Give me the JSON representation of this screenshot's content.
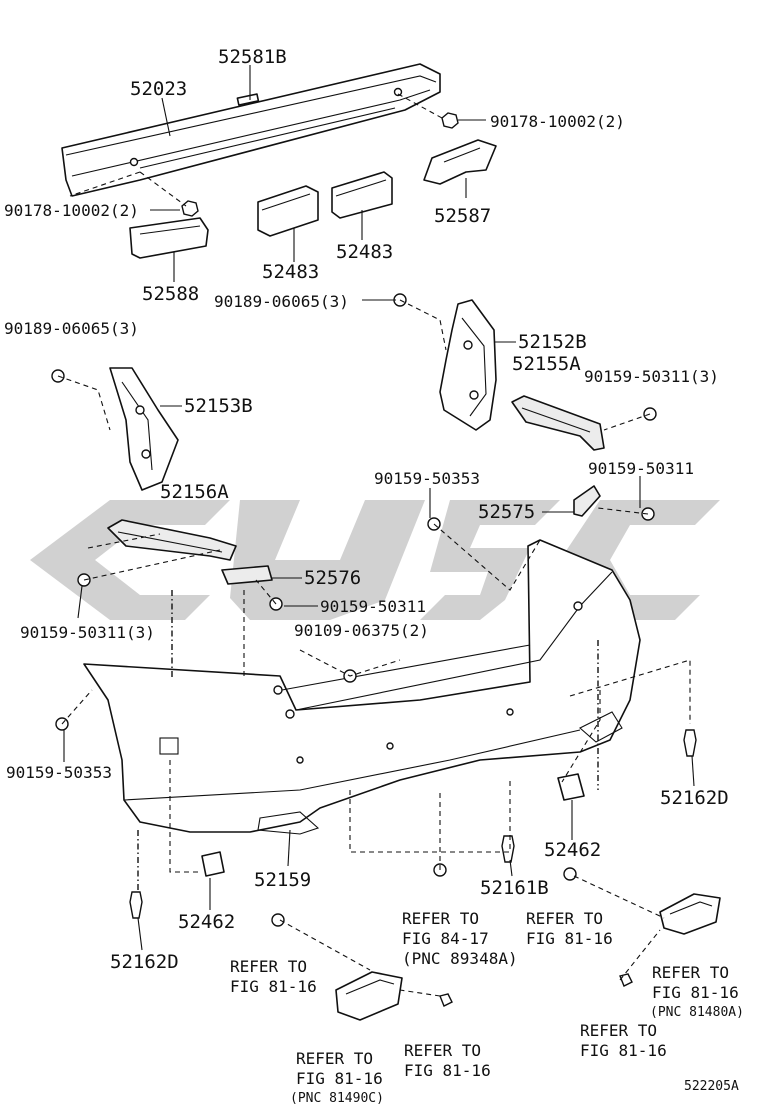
{
  "diagram": {
    "figure_code": "522205A",
    "labels": {
      "reinforcement": "52023",
      "reinforcement_pad": "52581B",
      "nut_right": "90178-10002(2)",
      "nut_left": "90178-10002(2)",
      "bracket_right_upper": "52587",
      "bracket_left_upper": "52588",
      "absorber_a": "52483",
      "absorber_b": "52483",
      "clip_center": "90189-06065(3)",
      "clip_left": "90189-06065(3)",
      "retainer_right": "52152B",
      "retainer_left": "52153B",
      "support_right": "52155A",
      "screw_right_a": "90159-50311(3)",
      "screw_right_b": "90159-50311",
      "screw_center_a": "90159-50353",
      "spacer_right": "52575",
      "support_left": "52156A",
      "spacer_left": "52576",
      "screw_center_b": "90159-50311",
      "bolt_center": "90109-06375(2)",
      "screw_left_a": "90159-50311(3)",
      "screw_left_b": "90159-50353",
      "clip_right_lower": "52162D",
      "clip_left_lower": "52162D",
      "cover_center": "52159",
      "cover_left": "52462",
      "cover_right": "52462",
      "clip_center_lower": "52161B",
      "ref_1": "REFER TO",
      "ref_1_fig": "FIG 84-17",
      "ref_1_pnc": "(PNC 89348A)",
      "ref_2": "REFER TO",
      "ref_2_fig": "FIG 81-16",
      "ref_3": "REFER TO",
      "ref_3_fig": "FIG 81-16",
      "ref_3_pnc": "(PNC 81480A)",
      "ref_4": "REFER TO",
      "ref_4_fig": "FIG 81-16",
      "ref_5": "REFER TO",
      "ref_5_fig": "FIG 81-16",
      "ref_6": "REFER TO",
      "ref_6_fig": "FIG 81-16",
      "ref_6_pnc": "(PNC 81490C)",
      "ref_7": "REFER TO",
      "ref_7_fig": "FIG 81-16"
    }
  }
}
